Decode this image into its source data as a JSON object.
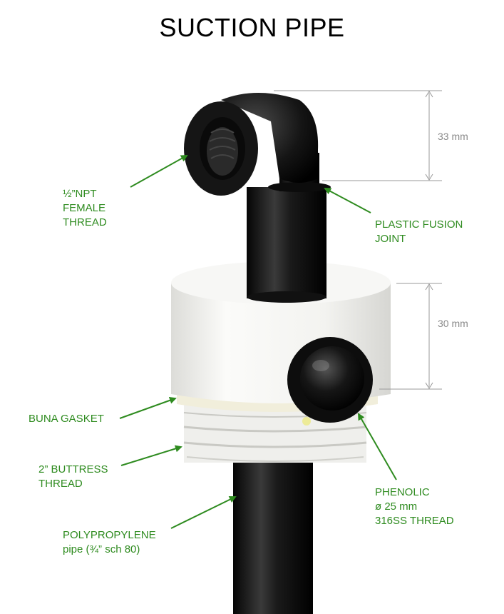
{
  "title": "SUCTION PIPE",
  "colors": {
    "label": "#2e8b1f",
    "arrow": "#2e8b1f",
    "dimension": "#8a8a8a",
    "pipe": "#111111",
    "housing": "#f2f2f0"
  },
  "labels": {
    "npt_thread": "½”NPT\nFEMALE\nTHREAD",
    "fusion_joint": "PLASTIC FUSION\nJOINT",
    "buna_gasket": "BUNA GASKET",
    "buttress_thread": "2” BUTTRESS\nTHREAD",
    "polypropylene_pipe": "POLYPROPYLENE\npipe (¾” sch 80)",
    "phenolic": "PHENOLIC\nø 25 mm\n316SS THREAD"
  },
  "dimensions": {
    "elbow_height": "33 mm",
    "housing_height": "30 mm"
  }
}
